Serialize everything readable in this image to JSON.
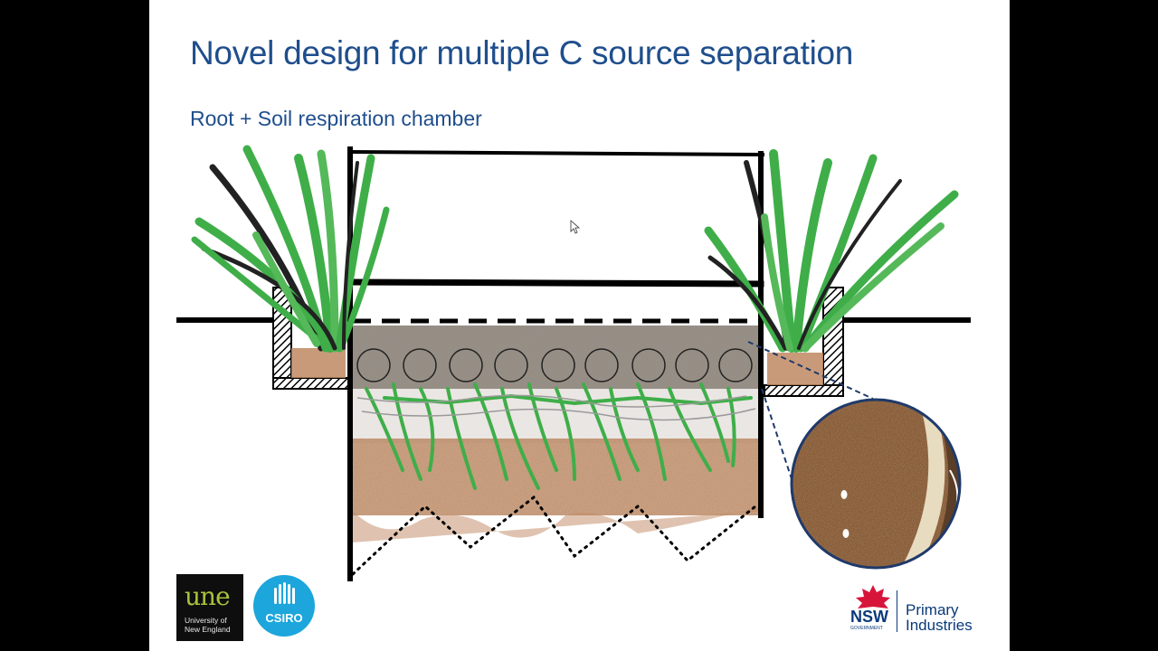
{
  "slide": {
    "title": "Novel design for multiple C source separation",
    "subtitle": "Root + Soil respiration chamber"
  },
  "logos": {
    "une": {
      "word": "une",
      "line1": "University of",
      "line2": "New England"
    },
    "csiro": {
      "text": "CSIRO"
    },
    "nsw": {
      "abbr": "NSW",
      "gov": "GOVERNMENT",
      "line1": "Primary",
      "line2": "Industries"
    }
  },
  "colors": {
    "title": "#1f4e8c",
    "grass": "#3fae49",
    "soil": "#b07a4f",
    "csiro": "#1ca6dc",
    "une_green": "#a7c33b",
    "nsw_red": "#d7153a",
    "nsw_blue": "#0a3a7a"
  }
}
